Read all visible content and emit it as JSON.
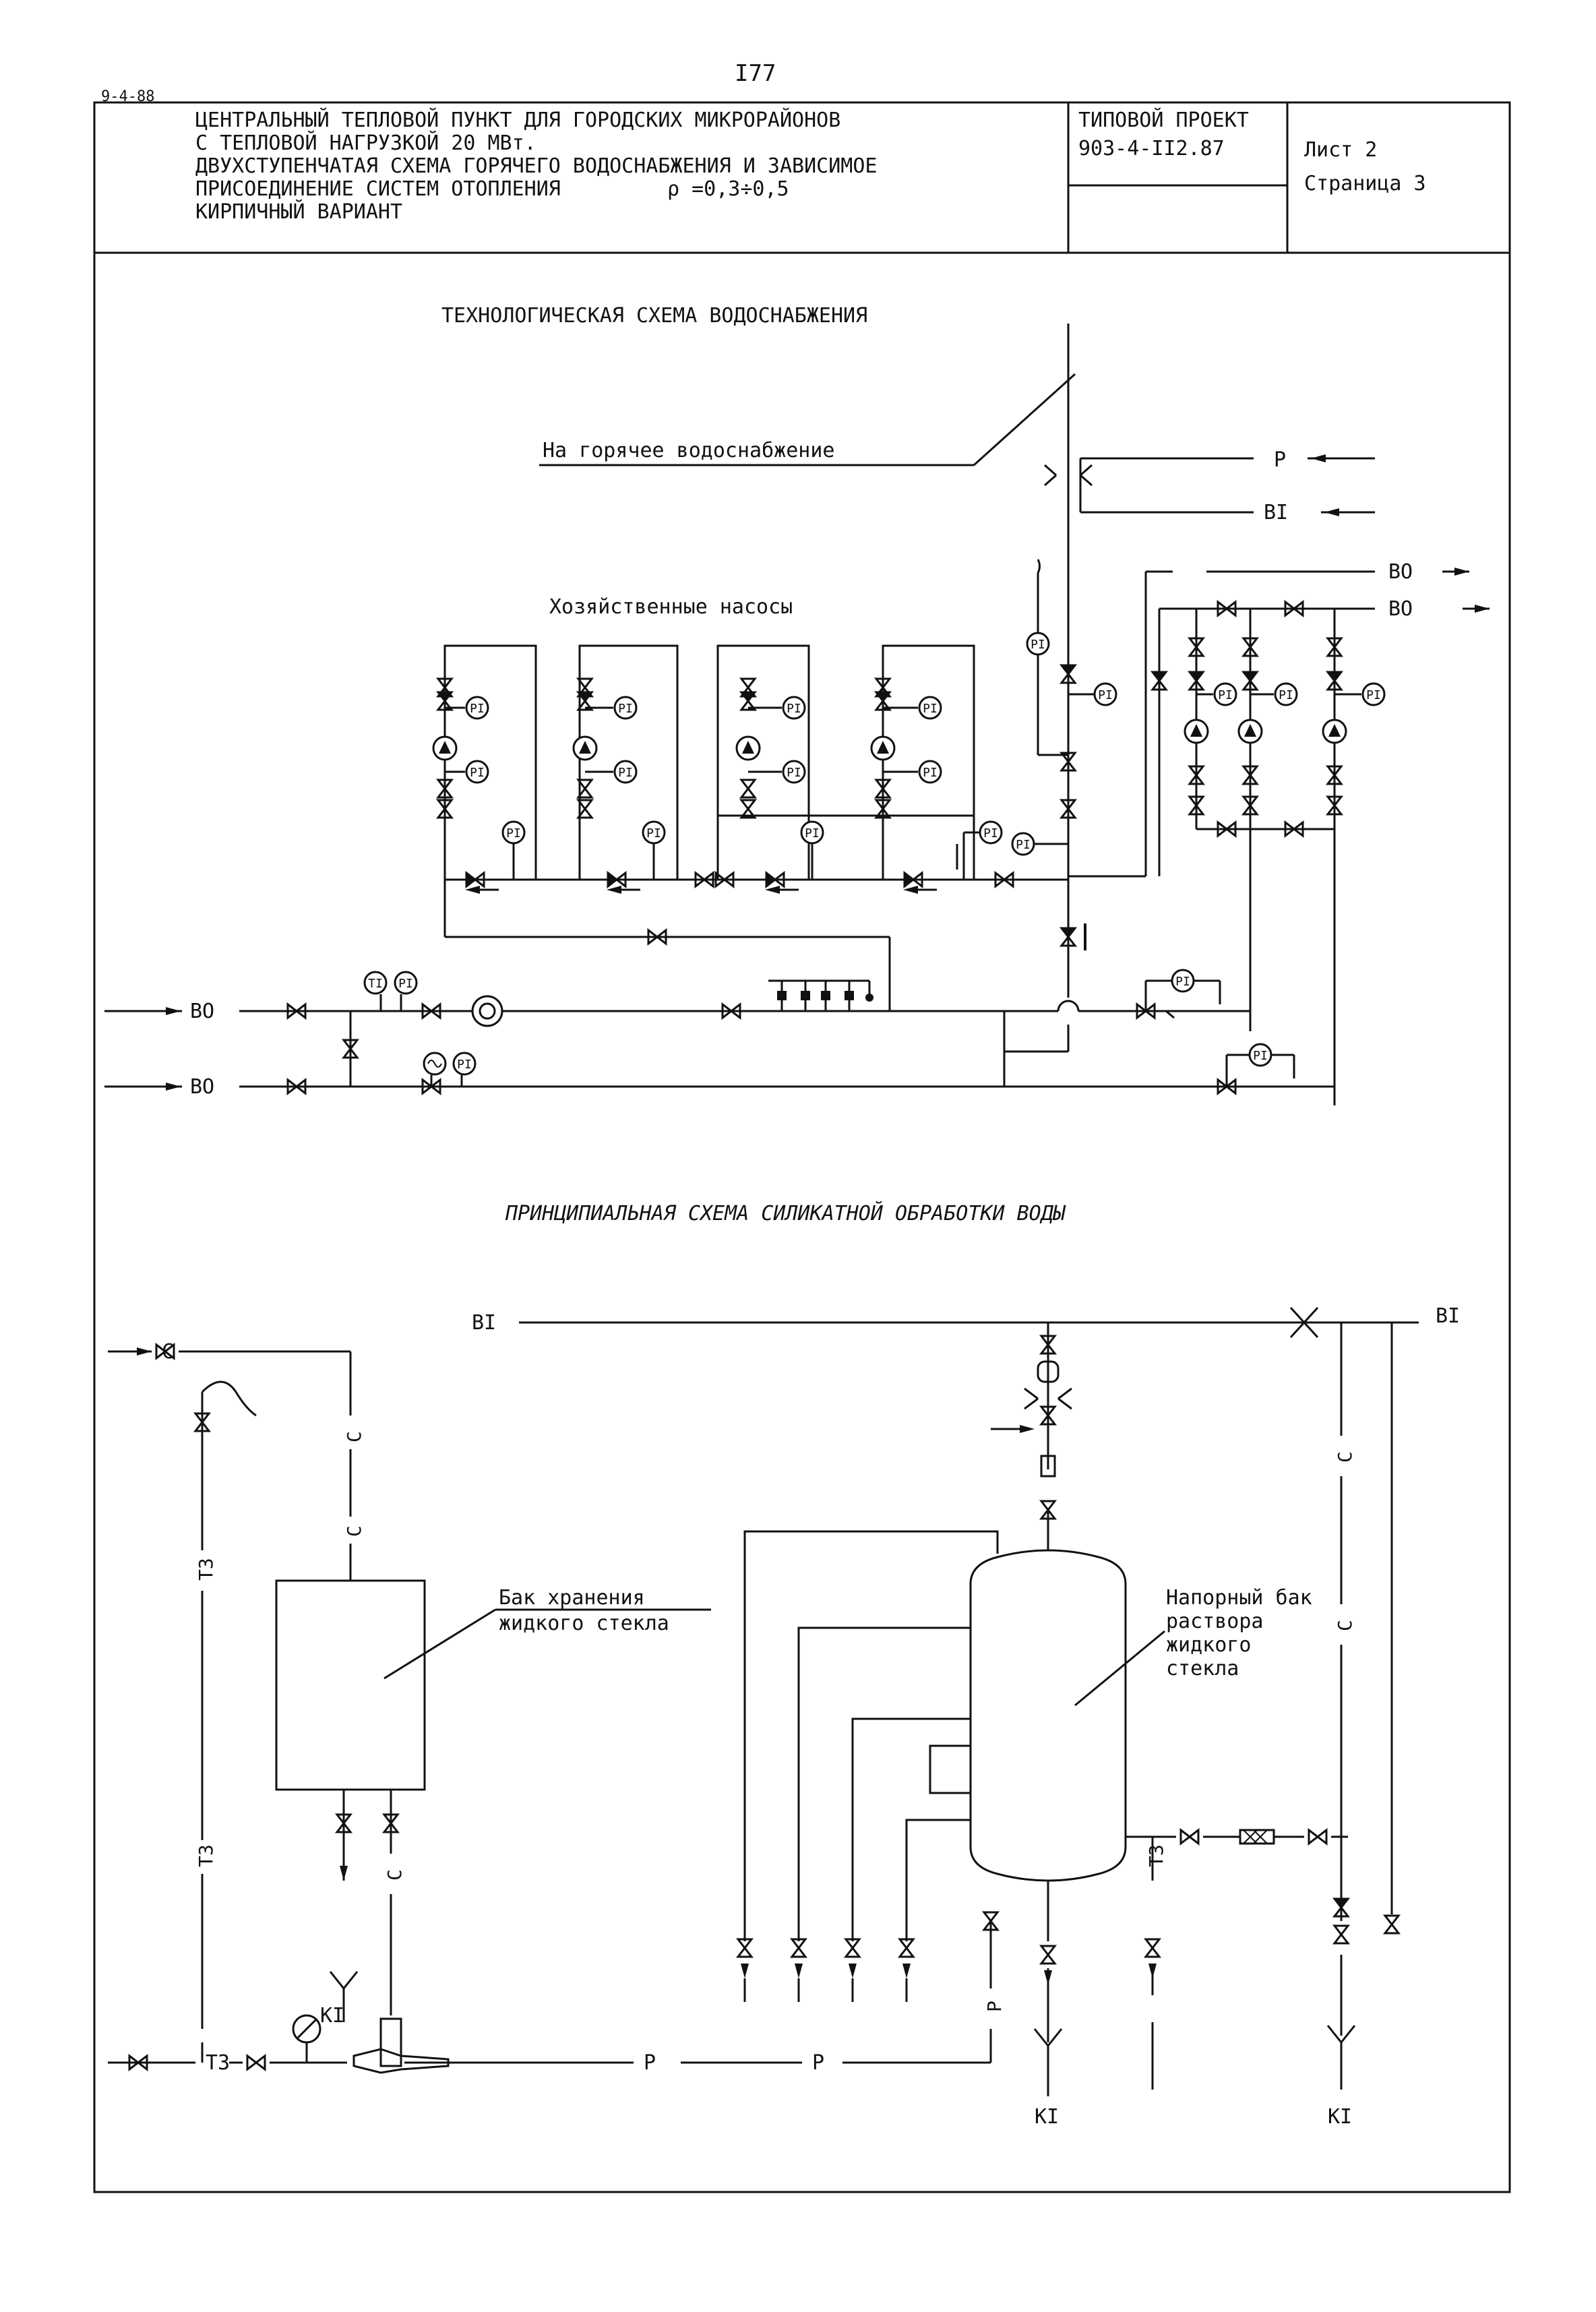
{
  "page": {
    "code": "9-4-88",
    "number": "I77"
  },
  "title_block": {
    "lines": [
      "ЦЕНТРАЛЬНЫЙ ТЕПЛОВОЙ ПУНКТ ДЛЯ ГОРОДСКИХ МИКРОРАЙОНОВ",
      "С ТЕПЛОВОЙ НАГРУЗКОЙ 20 МВт.",
      "ДВУХСТУПЕНЧАТАЯ СХЕМА ГОРЯЧЕГО ВОДОСНАБЖЕНИЯ И ЗАВИСИМОЕ",
      "ПРИСОЕДИНЕНИЕ СИСТЕМ ОТОПЛЕНИЯ",
      "КИРПИЧНЫЙ ВАРИАНТ"
    ],
    "rho": "ρ =0,3÷0,5",
    "project_label": "ТИПОВОЙ ПРОЕКТ",
    "project_number": "903-4-II2.87",
    "sheet": "Лист 2",
    "page_label": "Страница 3"
  },
  "scheme1": {
    "title": "ТЕХНОЛОГИЧЕСКАЯ СХЕМА ВОДОСНАБЖЕНИЯ",
    "hot_supply_label": "На горячее водоснабжение",
    "pumps_label": "Хозяйственные насосы",
    "labels": {
      "p": "Р",
      "b1": "ВI",
      "b0": "ВО",
      "pi": "PI",
      "ti": "TI"
    }
  },
  "scheme2": {
    "title": "ПРИНЦИПИАЛЬНАЯ СХЕМА СИЛИКАТНОЙ ОБРАБОТКИ ВОДЫ",
    "storage_tank_label": [
      "Бак хранения",
      "жидкого стекла"
    ],
    "pressure_tank_label": [
      "Напорный бак",
      "раствора",
      "жидкого",
      "стекла"
    ],
    "labels": {
      "b1": "ВI",
      "c": "С",
      "t3": "Т3",
      "p": "Р",
      "k1": "КI"
    }
  },
  "colors": {
    "ink": "#111111",
    "paper": "#ffffff"
  }
}
